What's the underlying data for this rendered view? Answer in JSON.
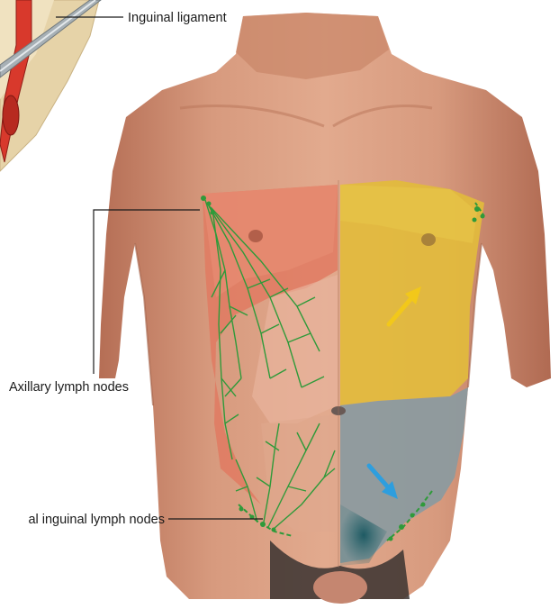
{
  "labels": {
    "inguinal_ligament": "Inguinal ligament",
    "axillary_lymph_nodes": "Axillary lymph nodes",
    "superficial_inguinal_lymph_nodes": "al inguinal lymph nodes"
  },
  "colors": {
    "skin": "#d99a7c",
    "skin_shadow": "#b9765a",
    "upper_drainage_region": "#e58a6e",
    "upper_drainage_region_yellow": "#e2bb3c",
    "lower_drainage_region": "#8a9aa0",
    "lymph_vessels": "#2f9a3a",
    "arrow_upper": "#f2c81a",
    "arrow_lower": "#2e9ede",
    "artery": "#d8392c",
    "catheter": "#9aa3a8"
  },
  "icons": {
    "arrow_upper": "yellow-arrow-icon",
    "arrow_lower": "blue-arrow-icon"
  }
}
